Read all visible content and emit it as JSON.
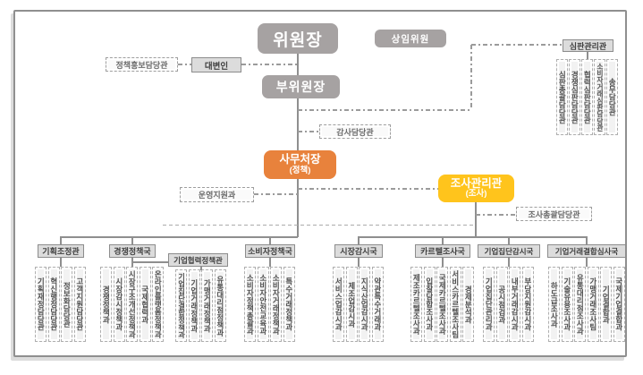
{
  "nodes": {
    "chairman": "위원장",
    "standing_commissioner": "상임위원",
    "vice_chairman": "부위원장",
    "policy_pr_officer": "정책홍보담당관",
    "spokesperson": "대변인",
    "audit_officer": "감사담당관",
    "secretary_general": "사무처장",
    "secretary_general_sub": "(정책)",
    "operation_support": "운영지원과",
    "investigation_manager": "조사관리관",
    "investigation_manager_sub": "(조사)",
    "investigation_general_officer": "조사총괄담당관"
  },
  "tribunal": {
    "title": "심판관리관",
    "divisions": [
      "심판총괄담당관",
      "경쟁심판담당관",
      "협력심판담당관",
      "소비자거래심판담당관",
      "송무담당관"
    ]
  },
  "groups": [
    {
      "title": "기획조정관",
      "divisions": [
        "기획재정담당관",
        "혁신행정담당관",
        "정보화담당관",
        "고객지원담당관"
      ]
    },
    {
      "title": "경쟁정책국",
      "divisions": [
        "경쟁정책과",
        "시장감시정책과",
        "시장구조개선정책과",
        "국제협력과",
        "온라인플랫폼정책과"
      ]
    },
    {
      "title": "기업협력정책관",
      "divisions": [
        "기업집단결합정책과",
        "기업거래정책과",
        "가맹거래정책과",
        "유통대리점정책과"
      ]
    },
    {
      "title": "소비자정책국",
      "divisions": [
        "소비자정책총괄과",
        "소비자안전교육과",
        "소비자거래정책과",
        "특수거래정책과"
      ]
    },
    {
      "title": "시장감시국",
      "divisions": [
        "서비스업감시과",
        "제조업감시과",
        "지식산업감시과",
        "약관특수거래과"
      ]
    },
    {
      "title": "카르텔조사국",
      "divisions": [
        "제조카르텔조사과",
        "입찰담합조사과",
        "국제카르텔조사과",
        "서비스카르텔조사팀",
        "경제분석과"
      ]
    },
    {
      "title": "기업집단감시국",
      "divisions": [
        "기업집단관리과",
        "공시점검과",
        "내부거래감시과",
        "부당지원감시과"
      ]
    },
    {
      "title": "기업거래결합심사국",
      "divisions": [
        "하도급조사과",
        "기술유용조사과",
        "유통대리점조사과",
        "가맹거래조사팀",
        "기업결합과",
        "국제기업결합과"
      ]
    }
  ],
  "colors": {
    "leader_gray": "#a6a2a2",
    "secretary_orange": "#e8823c",
    "investigation_yellow": "#ffc41c",
    "line_gray": "#8f8f8f"
  }
}
